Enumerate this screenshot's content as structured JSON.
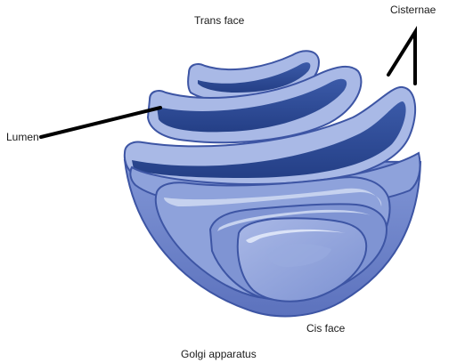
{
  "diagram": {
    "labels": {
      "trans_face": "Trans face",
      "cisternae": "Cisternae",
      "lumen": "Lumen",
      "cis_face": "Cis face",
      "caption": "Golgi apparatus"
    },
    "colors": {
      "background": "#ffffff",
      "outline": "#3d55a4",
      "membrane_light": "#c6d2ef",
      "membrane_mid": "#8da0d8",
      "membrane_dark": "#6a80c8",
      "lumen_fill": "#2e4d9a",
      "body_fill": "#7085cb",
      "leader_line": "#000000"
    }
  }
}
